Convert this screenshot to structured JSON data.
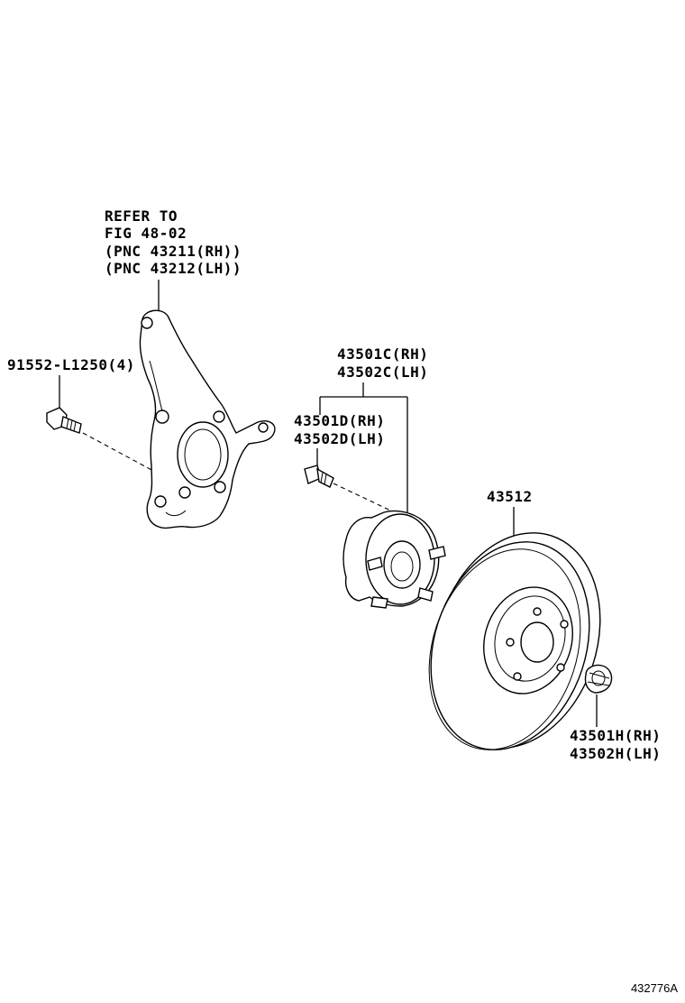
{
  "labels": {
    "refer_line1": "REFER TO",
    "refer_line2": "FIG 48-02",
    "refer_line3": "(PNC 43211(RH))",
    "refer_line4": "(PNC 43212(LH))",
    "bolt_part": "91552-L1250(4)",
    "hub_rh": "43501C(RH)",
    "hub_lh": "43502C(LH)",
    "stud_rh": "43501D(RH)",
    "stud_lh": "43502D(LH)",
    "disc": "43512",
    "nut_rh": "43501H(RH)",
    "nut_lh": "43502H(LH)"
  },
  "figure_id": "432776A"
}
